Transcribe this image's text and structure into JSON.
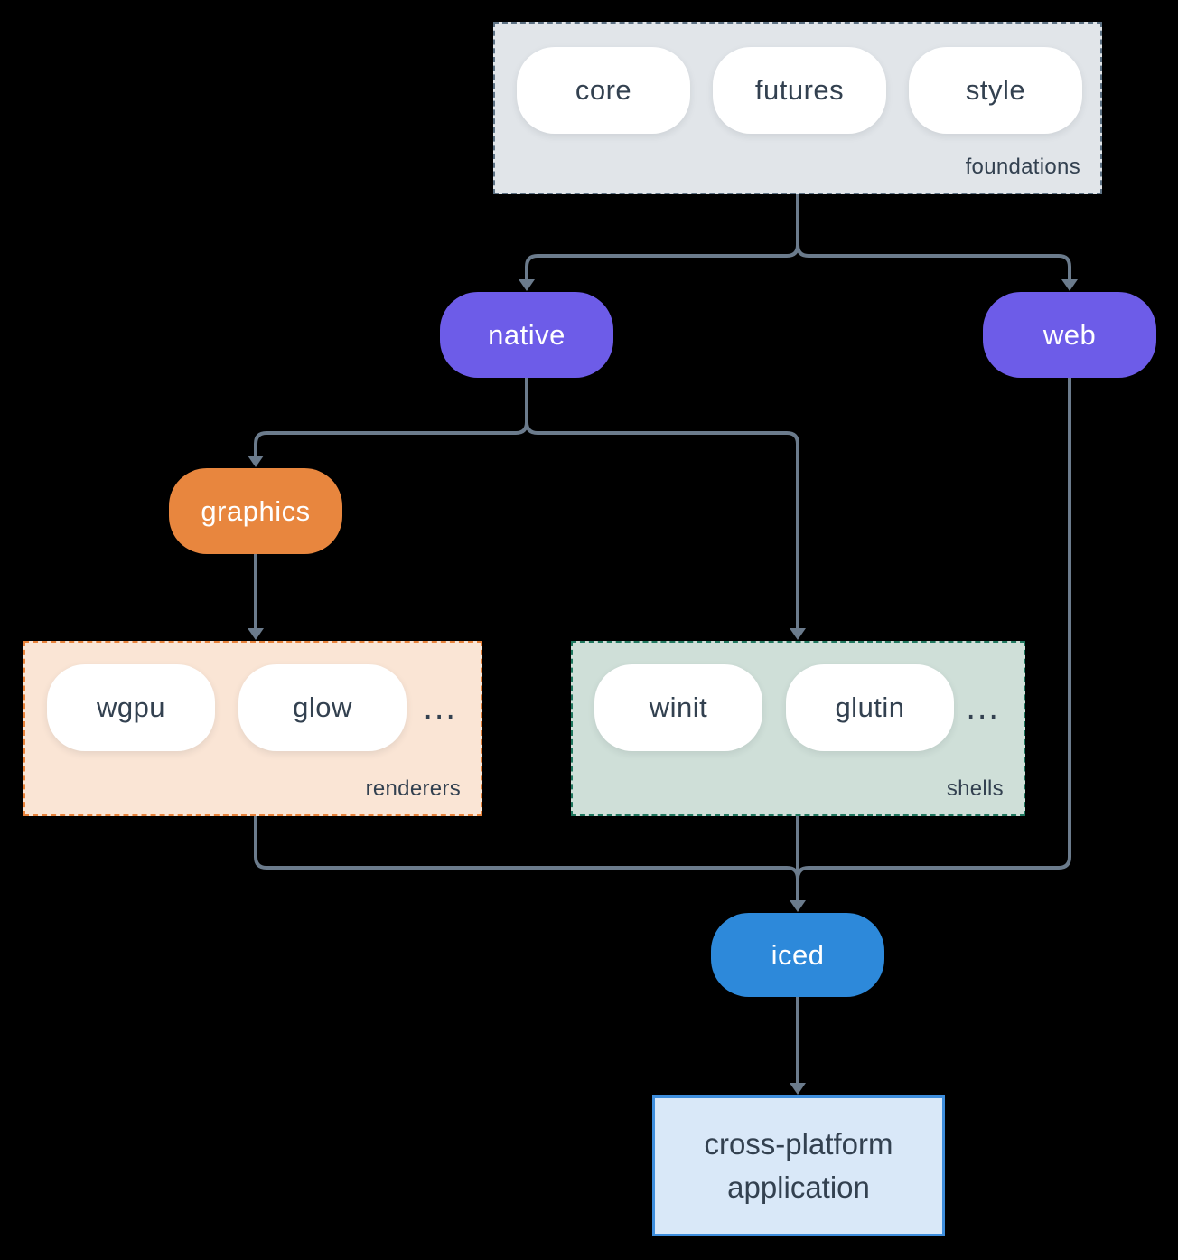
{
  "colors": {
    "background": "#000000",
    "connector": "#6b7b8c",
    "purple": "#6d5ce8",
    "orange": "#e8863e",
    "blue": "#2d89da",
    "foundations_fill": "#e1e5e9",
    "foundations_border": "#5d7183",
    "renderers_fill": "#fae5d5",
    "renderers_border": "#e8823a",
    "shells_fill": "#cfdfd8",
    "shells_border": "#20785f",
    "app_fill": "#d9e8f8",
    "app_border": "#3e8edd",
    "pill_fill": "#ffffff",
    "text_dark": "#334150",
    "text_light": "#ffffff"
  },
  "foundations": {
    "label": "foundations",
    "pills": [
      "core",
      "futures",
      "style"
    ]
  },
  "nodes": {
    "native": "native",
    "web": "web",
    "graphics": "graphics",
    "iced": "iced"
  },
  "renderers": {
    "label": "renderers",
    "pills": [
      "wgpu",
      "glow"
    ],
    "ellipsis": "..."
  },
  "shells": {
    "label": "shells",
    "pills": [
      "winit",
      "glutin"
    ],
    "ellipsis": "..."
  },
  "application": {
    "label": "cross-platform application"
  }
}
